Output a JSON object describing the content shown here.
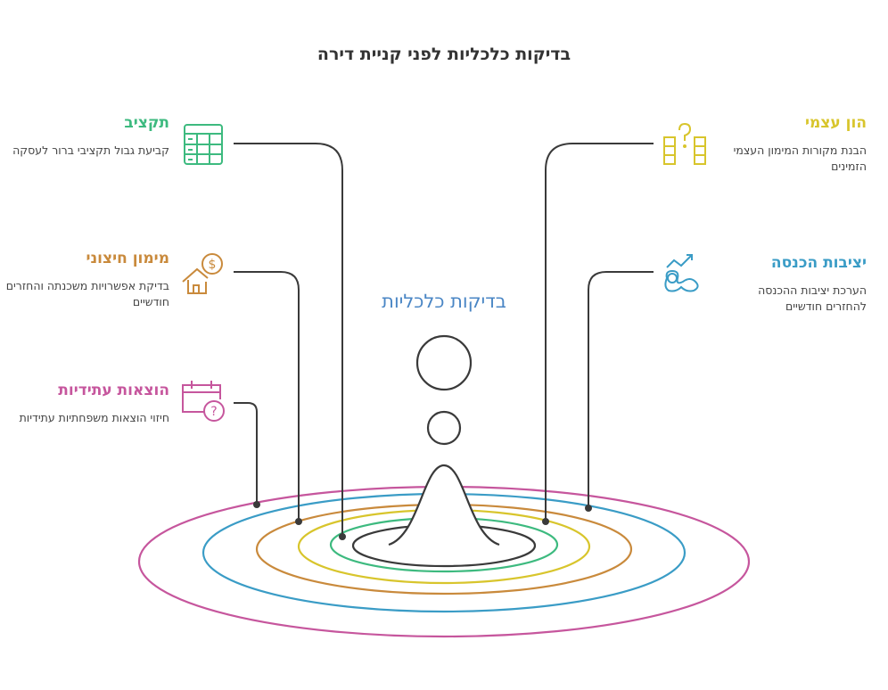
{
  "title": "בדיקות כלכליות לפני קניית דירה",
  "center_label": "בדיקות כלכליות",
  "items": [
    {
      "key": "budget",
      "heading": "תקציב",
      "description": "קביעת גבול תקציבי ברור לעסקה",
      "color": "#3dba7f",
      "icon": "spreadsheet-icon",
      "side": "left"
    },
    {
      "key": "external",
      "heading": "מימון חיצוני",
      "description": "בדיקת אפשרויות משכנתה והחזרים חודשיים",
      "color": "#c98a3c",
      "icon": "house-dollar-icon",
      "side": "left"
    },
    {
      "key": "expenses",
      "heading": "הוצאות עתידיות",
      "description": "חיזוי הוצאות משפחתיות עתידיות",
      "color": "#c6569d",
      "icon": "calendar-question-icon",
      "side": "left"
    },
    {
      "key": "equity",
      "heading": "הון עצמי",
      "description": "הבנת מקורות המימון העצמי הזמינים",
      "color": "#d8c52c",
      "icon": "coins-question-icon",
      "side": "right"
    },
    {
      "key": "income",
      "heading": "יציבות הכנסה",
      "description": "הערכת יציבות ההכנסה להחזרים חודשיים",
      "color": "#3a9cc6",
      "icon": "trend-scribble-icon",
      "side": "right"
    }
  ],
  "ring_colors": [
    "#c6569d",
    "#3a9cc6",
    "#c98a3c",
    "#d8c52c",
    "#3dba7f",
    "#3a3a3a"
  ]
}
